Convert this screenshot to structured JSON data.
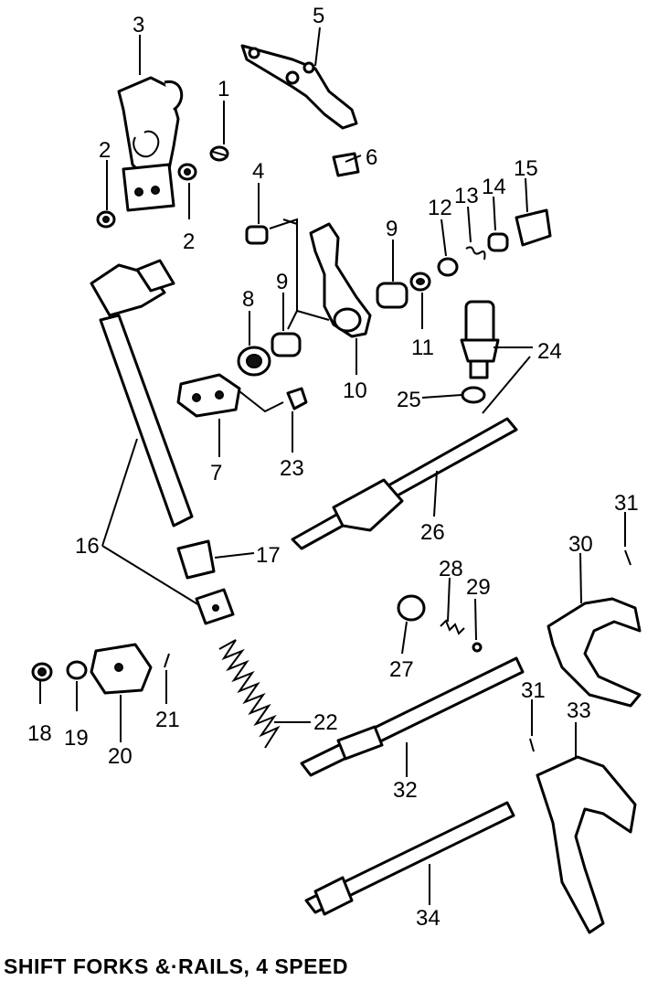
{
  "caption": "SHIFT FORKS &·RAILS, 4 SPEED",
  "callouts": [
    "1",
    "2",
    "2",
    "3",
    "4",
    "5",
    "6",
    "7",
    "8",
    "9",
    "9",
    "10",
    "11",
    "12",
    "13",
    "14",
    "15",
    "16",
    "17",
    "18",
    "19",
    "20",
    "21",
    "22",
    "23",
    "24",
    "25",
    "26",
    "27",
    "28",
    "29",
    "30",
    "31",
    "31",
    "32",
    "33",
    "34"
  ]
}
